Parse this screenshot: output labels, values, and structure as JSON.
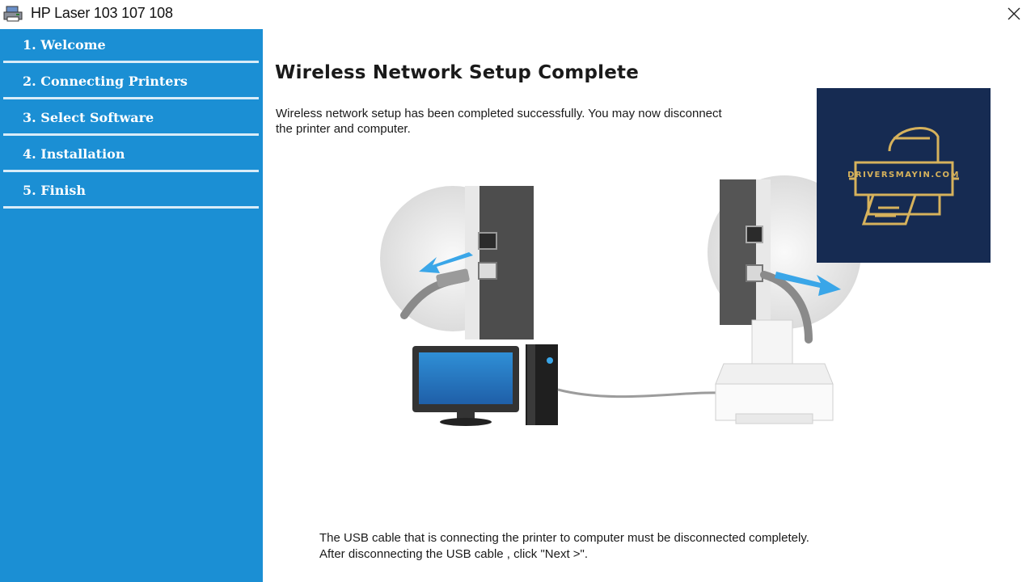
{
  "window": {
    "title": "HP Laser 103 107 108",
    "icon": "printer-app-icon",
    "close_icon": "close-icon"
  },
  "sidebar": {
    "items": [
      {
        "label": "1. Welcome"
      },
      {
        "label": "2. Connecting Printers"
      },
      {
        "label": "3. Select Software"
      },
      {
        "label": "4. Installation"
      },
      {
        "label": "5. Finish"
      }
    ]
  },
  "main": {
    "title": "Wireless Network Setup Complete",
    "description_line1": "Wireless network setup has  been completed successfully. You may now disconnect",
    "description_line2": "the printer and computer.",
    "note_line1": "The USB cable that is connecting the printer to computer must be disconnected completely.",
    "note_line2": "After disconnecting the USB cable , click \"Next >\"."
  },
  "watermark": {
    "text": "DRIVERSMAYIN.COM"
  },
  "colors": {
    "sidebar": "#1b8fd4",
    "badge_bg": "#162b52",
    "badge_gold": "#d6b25c",
    "arrow_blue": "#3aa6e8"
  }
}
